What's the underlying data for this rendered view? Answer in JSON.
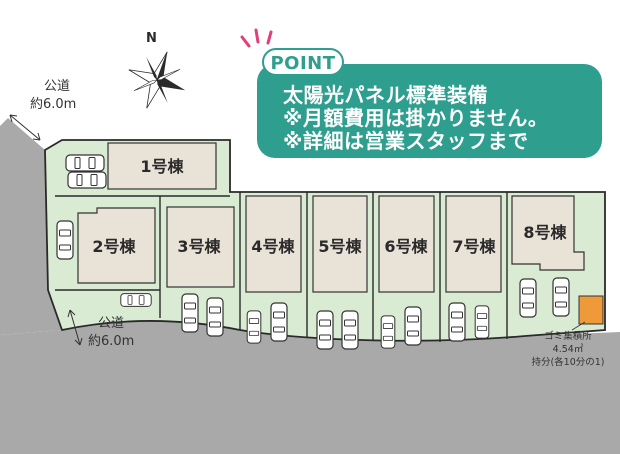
{
  "compass": {
    "north_label": "N"
  },
  "roads": [
    {
      "name_label": "公道",
      "width_label": "約6.0m"
    },
    {
      "name_label": "公道",
      "width_label": "約6.0m"
    }
  ],
  "lots": [
    {
      "label": "1号棟"
    },
    {
      "label": "2号棟"
    },
    {
      "label": "3号棟"
    },
    {
      "label": "4号棟"
    },
    {
      "label": "5号棟"
    },
    {
      "label": "6号棟"
    },
    {
      "label": "7号棟"
    },
    {
      "label": "8号棟"
    }
  ],
  "garbage": {
    "title": "ゴミ集積所",
    "area": "4.54㎡",
    "share": "持分(各10分の1)"
  },
  "point": {
    "tag": "POINT",
    "lines": [
      "太陽光パネル標準装備",
      "※月額費用は掛かりません。",
      "※詳細は営業スタッフまで"
    ]
  },
  "colors": {
    "lot_green": "#d9ebd3",
    "house_tan": "#e9e2d6",
    "road_gray": "#a9a9a9",
    "accent_teal": "#2e9e8e",
    "highlight_pink": "#e33d7a",
    "garbage_orange": "#ef9a3a"
  }
}
